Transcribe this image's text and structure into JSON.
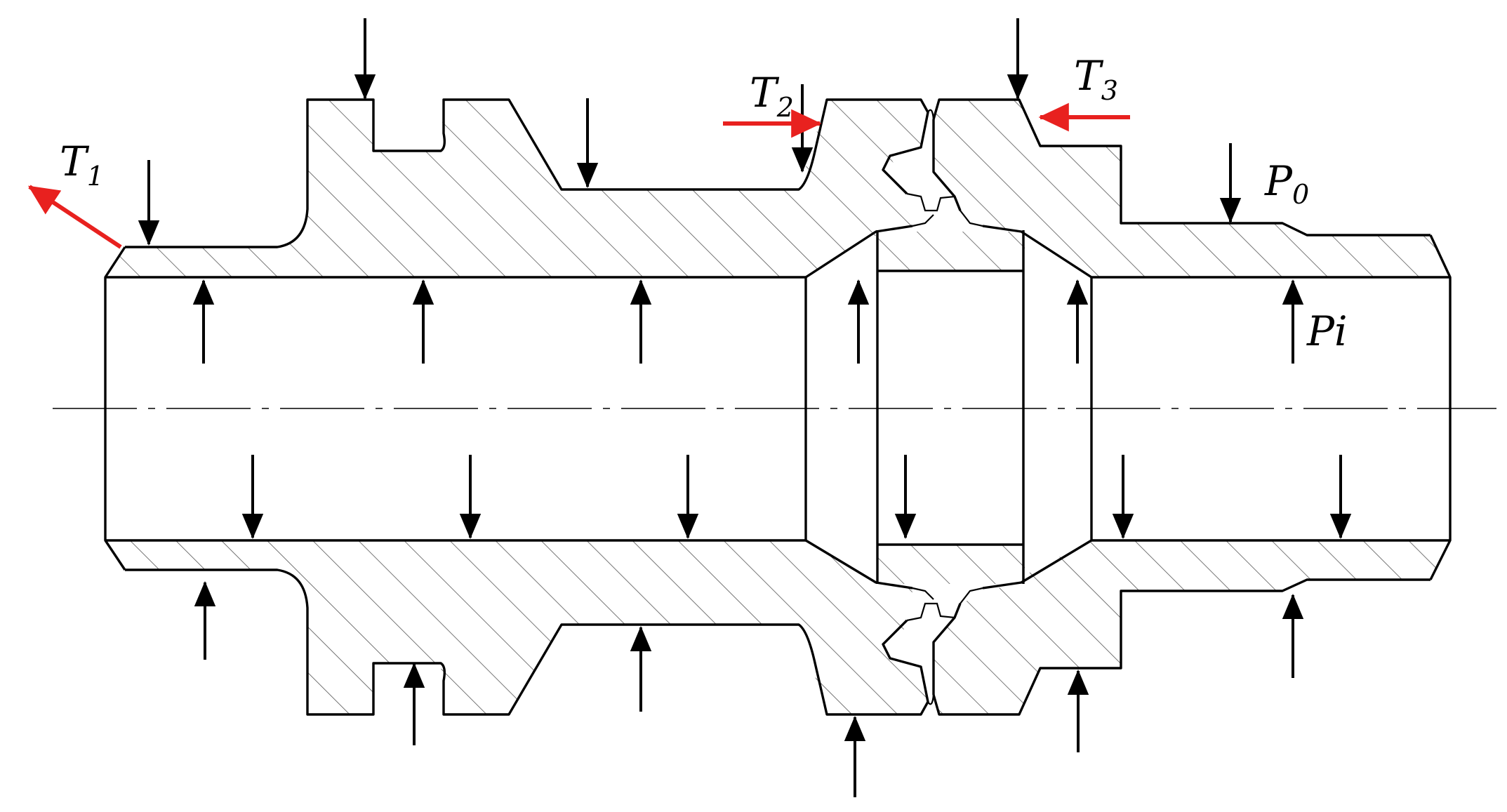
{
  "labels": {
    "t1": {
      "main": "T",
      "sub": "1"
    },
    "t2": {
      "main": "T",
      "sub": "2"
    },
    "t3": {
      "main": "T",
      "sub": "3"
    },
    "p0": {
      "main": "P",
      "sub": "0"
    },
    "pi": {
      "main": "Pi"
    }
  },
  "colors": {
    "line": "#000000",
    "thrust_arrow": "#e8211f",
    "hatch": "#555555"
  }
}
